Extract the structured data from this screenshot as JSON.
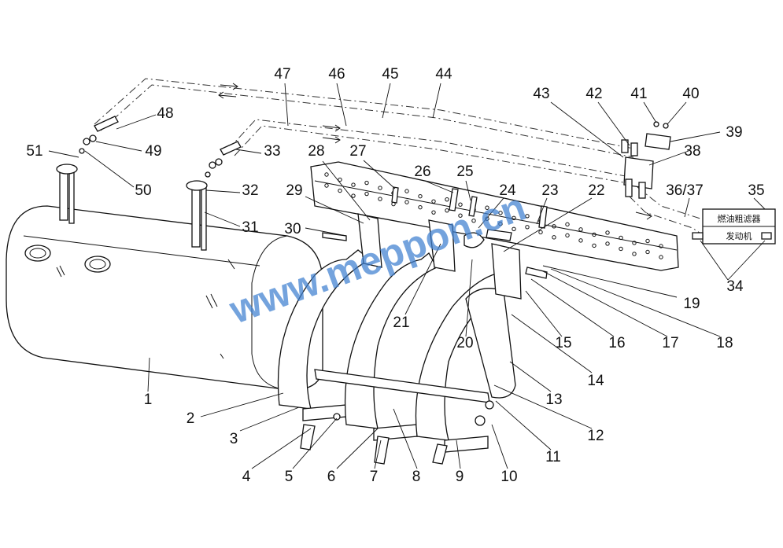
{
  "watermark": "www.meppon.cn",
  "boxes": {
    "fuel_filter": "燃油粗滤器",
    "engine": "发动机"
  },
  "callouts": [
    {
      "id": "n1",
      "text": "1"
    },
    {
      "id": "n2",
      "text": "2"
    },
    {
      "id": "n3",
      "text": "3"
    },
    {
      "id": "n4",
      "text": "4"
    },
    {
      "id": "n5",
      "text": "5"
    },
    {
      "id": "n6",
      "text": "6"
    },
    {
      "id": "n7",
      "text": "7"
    },
    {
      "id": "n8",
      "text": "8"
    },
    {
      "id": "n9",
      "text": "9"
    },
    {
      "id": "n10",
      "text": "10"
    },
    {
      "id": "n11",
      "text": "11"
    },
    {
      "id": "n12",
      "text": "12"
    },
    {
      "id": "n13",
      "text": "13"
    },
    {
      "id": "n14",
      "text": "14"
    },
    {
      "id": "n15",
      "text": "15"
    },
    {
      "id": "n16",
      "text": "16"
    },
    {
      "id": "n17",
      "text": "17"
    },
    {
      "id": "n18",
      "text": "18"
    },
    {
      "id": "n19",
      "text": "19"
    },
    {
      "id": "n20",
      "text": "20"
    },
    {
      "id": "n21",
      "text": "21"
    },
    {
      "id": "n22",
      "text": "22"
    },
    {
      "id": "n23",
      "text": "23"
    },
    {
      "id": "n24",
      "text": "24"
    },
    {
      "id": "n25",
      "text": "25"
    },
    {
      "id": "n26",
      "text": "26"
    },
    {
      "id": "n27",
      "text": "27"
    },
    {
      "id": "n28",
      "text": "28"
    },
    {
      "id": "n29",
      "text": "29"
    },
    {
      "id": "n30",
      "text": "30"
    },
    {
      "id": "n31",
      "text": "31"
    },
    {
      "id": "n32",
      "text": "32"
    },
    {
      "id": "n33",
      "text": "33"
    },
    {
      "id": "n34",
      "text": "34"
    },
    {
      "id": "n35",
      "text": "35"
    },
    {
      "id": "n3637",
      "text": "36/37"
    },
    {
      "id": "n38",
      "text": "38"
    },
    {
      "id": "n39",
      "text": "39"
    },
    {
      "id": "n40",
      "text": "40"
    },
    {
      "id": "n41",
      "text": "41"
    },
    {
      "id": "n42",
      "text": "42"
    },
    {
      "id": "n43",
      "text": "43"
    },
    {
      "id": "n44",
      "text": "44"
    },
    {
      "id": "n45",
      "text": "45"
    },
    {
      "id": "n46",
      "text": "46"
    },
    {
      "id": "n47",
      "text": "47"
    },
    {
      "id": "n48",
      "text": "48"
    },
    {
      "id": "n49",
      "text": "49"
    },
    {
      "id": "n50",
      "text": "50"
    },
    {
      "id": "n51",
      "text": "51"
    }
  ]
}
